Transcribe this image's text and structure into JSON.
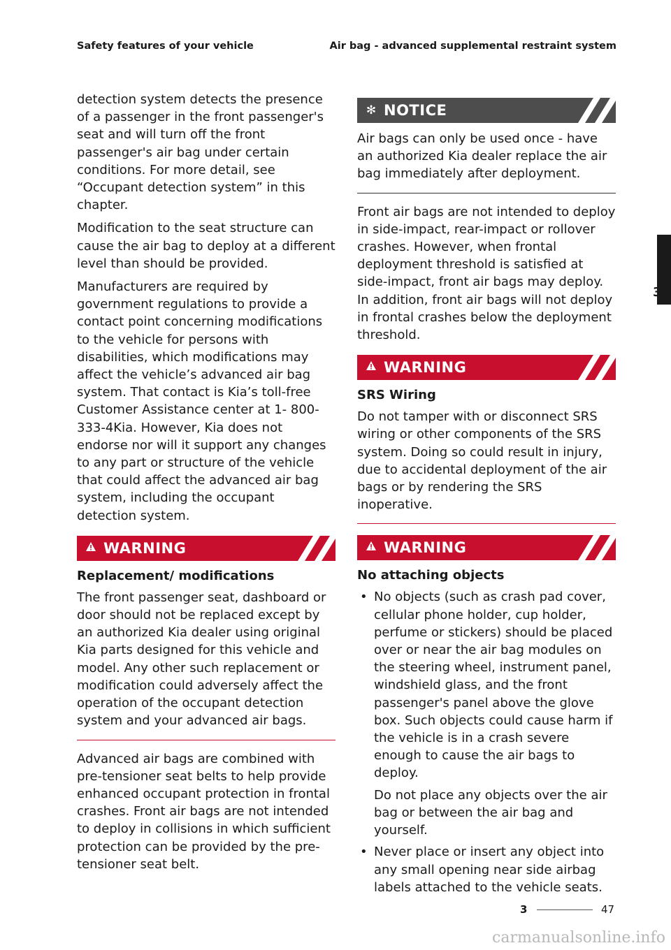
{
  "header": {
    "section": "Safety features of your vehicle",
    "topic": "Air bag - advanced supplemental restraint system"
  },
  "left_column": {
    "para1": "detection system detects the presence of a passenger in the front passenger's seat and will turn off the front passenger's air bag under certain conditions. For more detail, see “Occupant detection system” in this chapter.",
    "para2": "Modification to the seat structure can cause the air bag to deploy at a different level than should be provided.",
    "para3": "Manufacturers are required by government regulations to provide a contact point concerning modifications to the vehicle for persons with disabilities, which modifications may affect the vehicle’s advanced air bag system. That contact is Kia’s toll-free Customer Assistance center at 1- 800-333-4Kia. However, Kia does not endorse nor will it support any changes to any part or structure of the vehicle that could affect the advanced air bag system, including the occupant detection system.",
    "warning1": {
      "label": "WARNING",
      "title": "Replacement/ modifications",
      "body": "The front passenger seat, dashboard or door should not be replaced except by an authorized Kia dealer using original Kia parts designed for this vehicle and model. Any other such replacement or modification could adversely affect the operation of the occupant detection system and your advanced air bags."
    },
    "para4": "Advanced air bags are combined with pre-tensioner seat belts to help provide enhanced occupant protection in frontal crashes. Front air bags are not intended to deploy in collisions in which sufficient protection can be provided by the pre-tensioner seat belt."
  },
  "right_column": {
    "notice": {
      "label": "NOTICE",
      "body": "Air bags can only be used once - have an authorized Kia dealer replace the air bag immediately after deployment."
    },
    "para1": "Front air bags are not intended to deploy in side-impact, rear-impact or rollover crashes. However, when frontal deployment threshold is satisfied at side-impact, front air bags may deploy. In addition, front air bags will not deploy in frontal crashes below the deployment threshold.",
    "warning2": {
      "label": "WARNING",
      "title": "SRS Wiring",
      "body": "Do not tamper with or disconnect SRS wiring or other components of the SRS system. Doing so could result in injury, due to accidental deployment of the air bags or by rendering the SRS inoperative."
    },
    "warning3": {
      "label": "WARNING",
      "title": "No attaching objects",
      "bullet1": "No objects (such as crash pad cover, cellular phone holder, cup holder, perfume or stickers) should be placed over or near the air bag modules on the steering wheel, instrument panel, windshield glass, and the front passenger's panel above the glove box. Such objects could cause harm if the vehicle is in a crash severe enough to cause the air bags to deploy.",
      "bullet1_extra": "Do not place any objects over the air bag or between the air bag and yourself.",
      "bullet2": "Never place or insert any object into any small opening near side airbag labels attached to the vehicle seats."
    }
  },
  "side_tab": {
    "chapter": "3"
  },
  "footer": {
    "chapter": "3",
    "page": "47"
  },
  "watermark": "carmanualsonline.info",
  "icons": {
    "warning": "warning-triangle-icon",
    "notice": "asterisk-icon",
    "bullet": "•"
  },
  "colors": {
    "warning_banner": "#c8102e",
    "notice_banner": "#4d4d4d"
  }
}
